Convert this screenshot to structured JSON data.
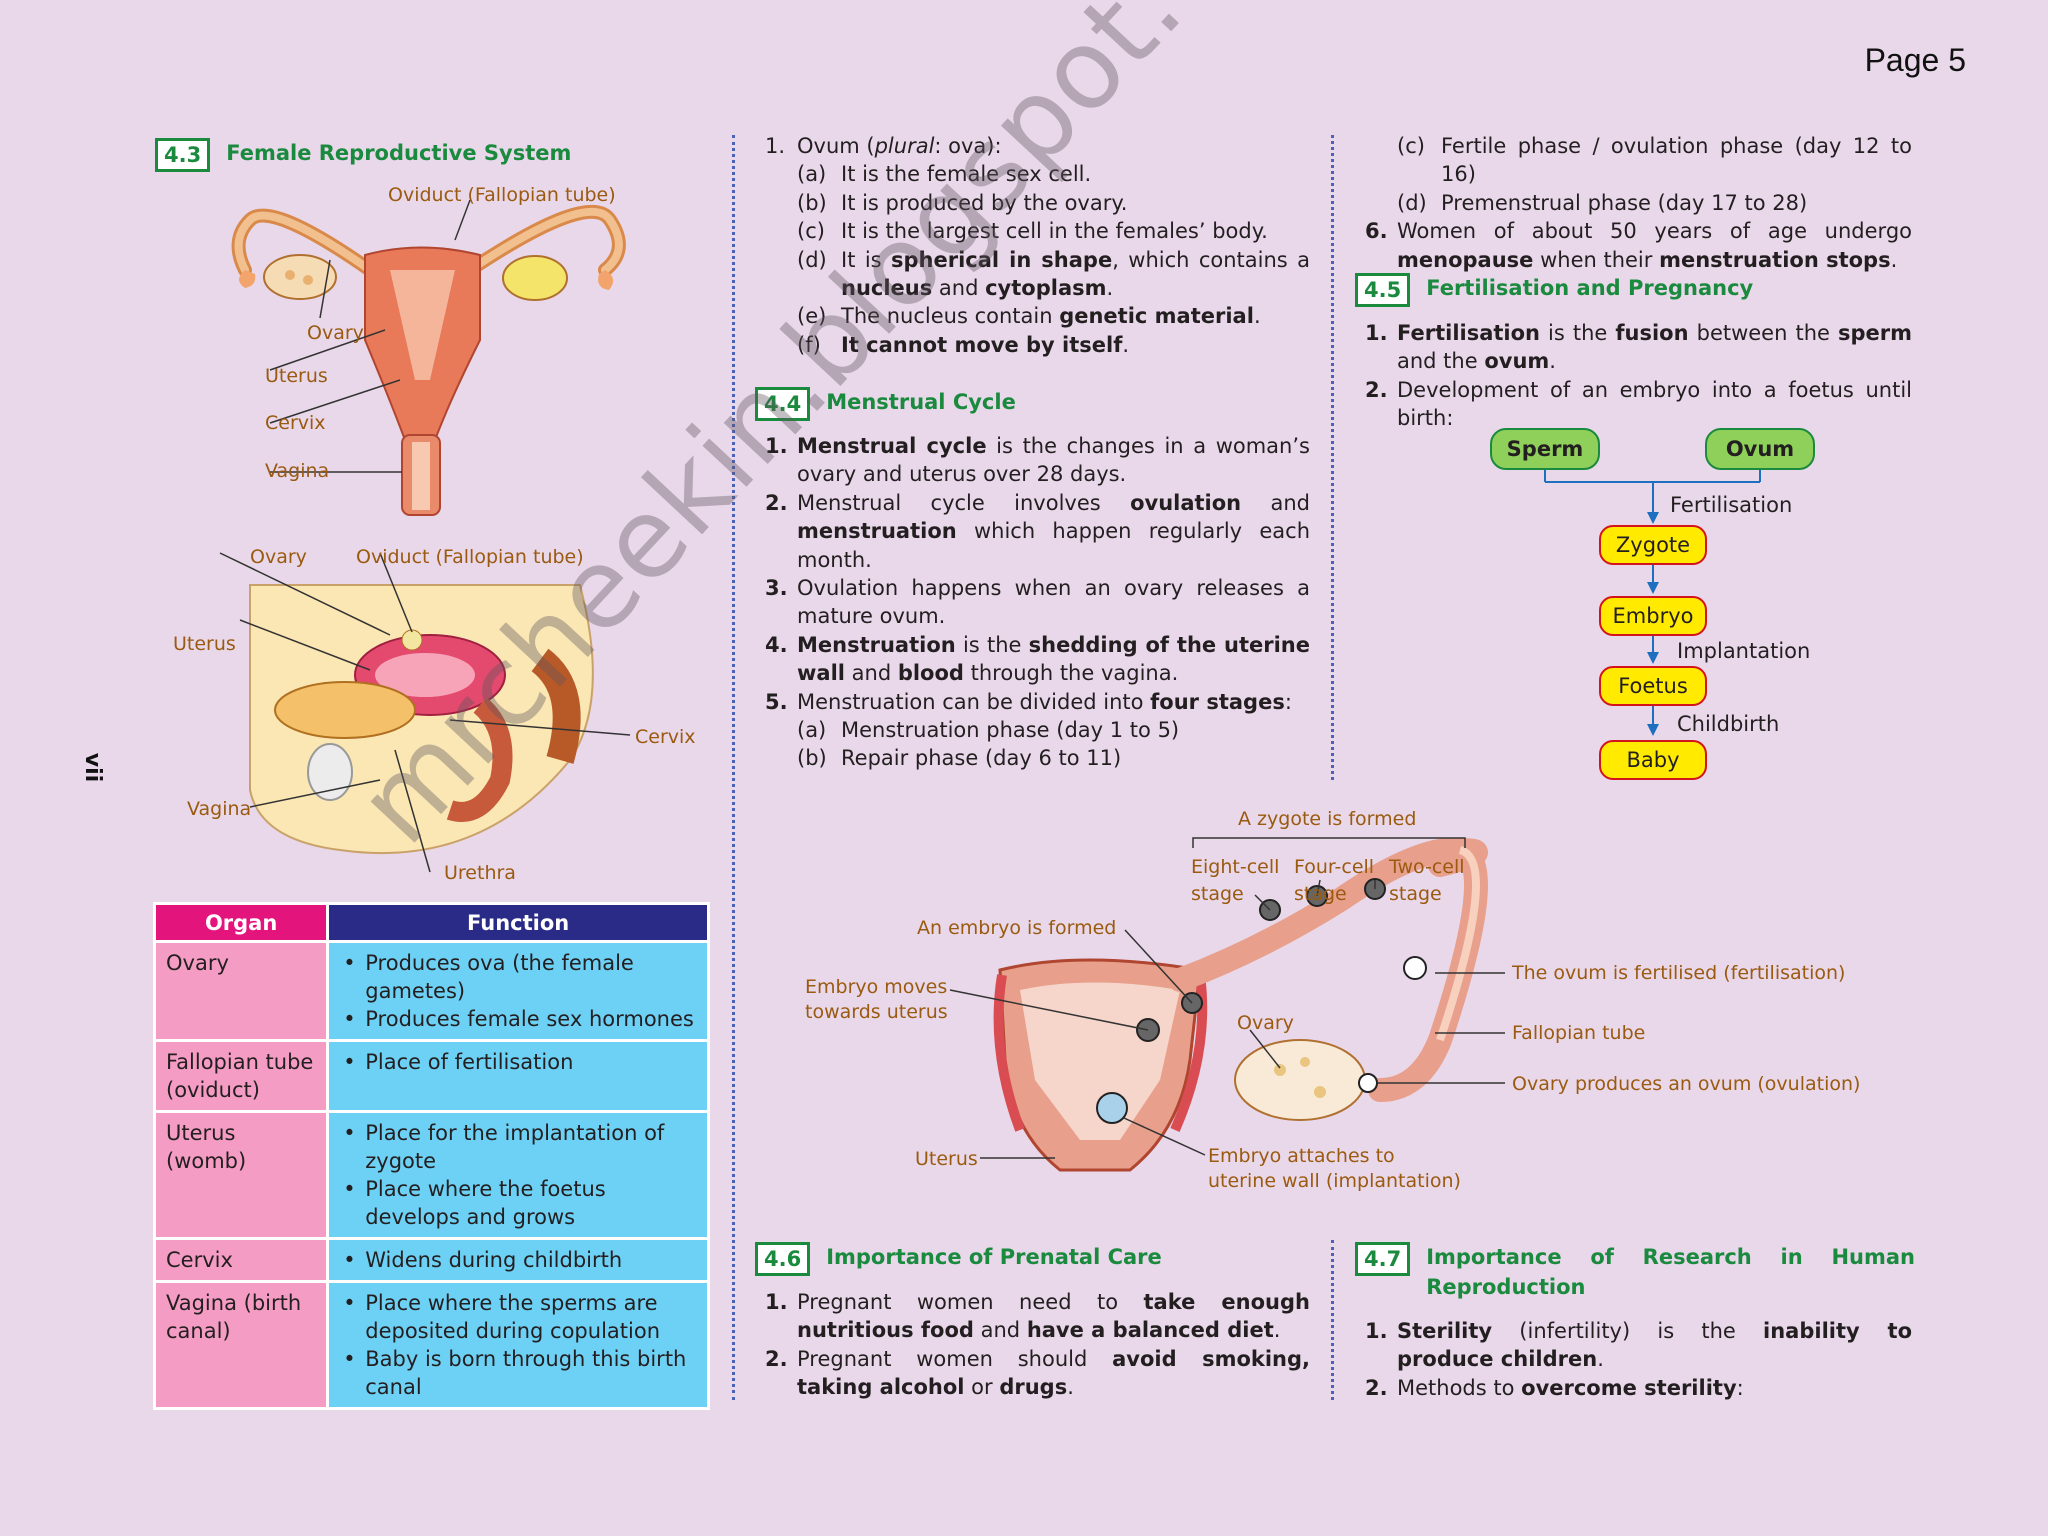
{
  "page_number": "Page 5",
  "side_page": "vii",
  "watermark": "mrcheekin.blogspot.com.au",
  "sec43": {
    "num": "4.3",
    "title": "Female Reproductive System",
    "diagram1": {
      "oviduct": "Oviduct (Fallopian tube)",
      "ovary": "Ovary",
      "uterus": "Uterus",
      "cervix": "Cervix",
      "vagina": "Vagina"
    },
    "diagram2": {
      "ovary": "Ovary",
      "oviduct": "Oviduct (Fallopian tube)",
      "uterus": "Uterus",
      "cervix": "Cervix",
      "vagina": "Vagina",
      "urethra": "Urethra"
    },
    "table": {
      "headers": [
        "Organ",
        "Function"
      ],
      "rows": [
        {
          "organ": "Ovary",
          "functions": [
            "Produces ova (the female gametes)",
            "Produces female sex hormones"
          ]
        },
        {
          "organ": "Fallopian tube (oviduct)",
          "functions": [
            "Place of fertilisation"
          ]
        },
        {
          "organ": "Uterus (womb)",
          "functions": [
            "Place for the implantation of zygote",
            "Place where the foetus develops and grows"
          ]
        },
        {
          "organ": "Cervix",
          "functions": [
            "Widens during childbirth"
          ]
        },
        {
          "organ": "Vagina (birth canal)",
          "functions": [
            "Place where the sperms are deposited during copulation",
            "Baby is born through this birth canal"
          ]
        }
      ]
    }
  },
  "ovum": {
    "head_num": "1.",
    "head_a": "Ovum (",
    "head_b": "plural",
    "head_c": ": ova):",
    "a": "It is the female sex cell.",
    "b": "It is produced by the ovary.",
    "c": "It is the largest cell in the females’ body.",
    "d1": "It is ",
    "d2": "spherical in shape",
    "d3": ", which contains a ",
    "d4": "nucleus",
    "d5": " and ",
    "d6": "cytoplasm",
    "d7": ".",
    "e1": "The nucleus contain ",
    "e2": "genetic material",
    "e3": ".",
    "f": "It cannot move by itself"
  },
  "sec44": {
    "num": "4.4",
    "title": "Menstrual Cycle",
    "i1a": "Menstrual cycle",
    "i1b": " is the changes in a woman’s ovary and uterus over 28 days.",
    "i2a": "Menstrual cycle involves ",
    "i2b": "ovulation",
    "i2c": " and ",
    "i2d": "menstruation",
    "i2e": " which happen regularly each month.",
    "i3": "Ovulation happens when an ovary releases a mature ovum.",
    "i4a": "Menstruation",
    "i4b": " is the ",
    "i4c": "shedding of the uterine wall",
    "i4d": " and ",
    "i4e": "blood",
    "i4f": " through the vagina.",
    "i5a": "Menstruation can be divided into ",
    "i5b": "four stages",
    "i5c": ":",
    "sa": "Menstruation phase (day 1 to 5)",
    "sb": "Repair phase (day 6 to 11)",
    "sc": "Fertile phase / ovulation phase (day 12 to 16)",
    "sd": "Premenstrual phase (day 17 to 28)",
    "i6a": "Women of about 50 years of age undergo ",
    "i6b": "menopause",
    "i6c": " when their ",
    "i6d": "menstruation stops",
    "i6e": "."
  },
  "sec45": {
    "num": "4.5",
    "title": "Fertilisation and Pregnancy",
    "i1a": "Fertilisation",
    "i1b": " is the ",
    "i1c": "fusion",
    "i1d": " between the ",
    "i1e": "sperm",
    "i1f": " and the ",
    "i1g": "ovum",
    "i1h": ".",
    "i2": "Development of an embryo into a foetus until birth:",
    "flow": {
      "sperm": "Sperm",
      "ovum": "Ovum",
      "fertilisation": "Fertilisation",
      "zygote": "Zygote",
      "embryo": "Embryo",
      "implantation": "Implantation",
      "foetus": "Foetus",
      "childbirth": "Childbirth",
      "baby": "Baby"
    }
  },
  "fert_diagram": {
    "zygote_formed": "A zygote is formed",
    "eight_cell": "Eight-cell",
    "four_cell": "Four-cell",
    "two_cell": "Two-cell",
    "stage": "stage",
    "embryo_formed": "An embryo is formed",
    "embryo_moves1": "Embryo moves",
    "embryo_moves2": "towards uterus",
    "ovary": "Ovary",
    "uterus": "Uterus",
    "attaches1": "Embryo attaches to",
    "attaches2": "uterine wall (implantation)",
    "fertilised": "The ovum is fertilised (fertilisation)",
    "fallopian": "Fallopian tube",
    "ovulation": "Ovary produces an ovum (ovulation)"
  },
  "sec46": {
    "num": "4.6",
    "title": "Importance of Prenatal Care",
    "i1a": "Pregnant women need to ",
    "i1b": "take enough nutritious food",
    "i1c": " and ",
    "i1d": "have a balanced diet",
    "i1e": ".",
    "i2a": "Pregnant women should ",
    "i2b": "avoid smoking, taking alcohol",
    "i2c": " or ",
    "i2d": "drugs",
    "i2e": "."
  },
  "sec47": {
    "num": "4.7",
    "title": "Importance of Research in Human Reproduction",
    "i1a": "Sterility",
    "i1b": " (infertility) is the ",
    "i1c": "inability to produce children",
    "i1d": ".",
    "i2a": "Methods to ",
    "i2b": "overcome sterility",
    "i2c": ":"
  },
  "colors": {
    "background": "#e9d8ea",
    "section_green": "#1a8a3e",
    "organ_header": "#e4147d",
    "function_header": "#2a2b86",
    "organ_cell": "#f49cc3",
    "function_cell": "#6dd0f5",
    "label_brown": "#9a5a10",
    "pill_yellow": "#ffea00",
    "pill_green": "#8fd05a"
  }
}
